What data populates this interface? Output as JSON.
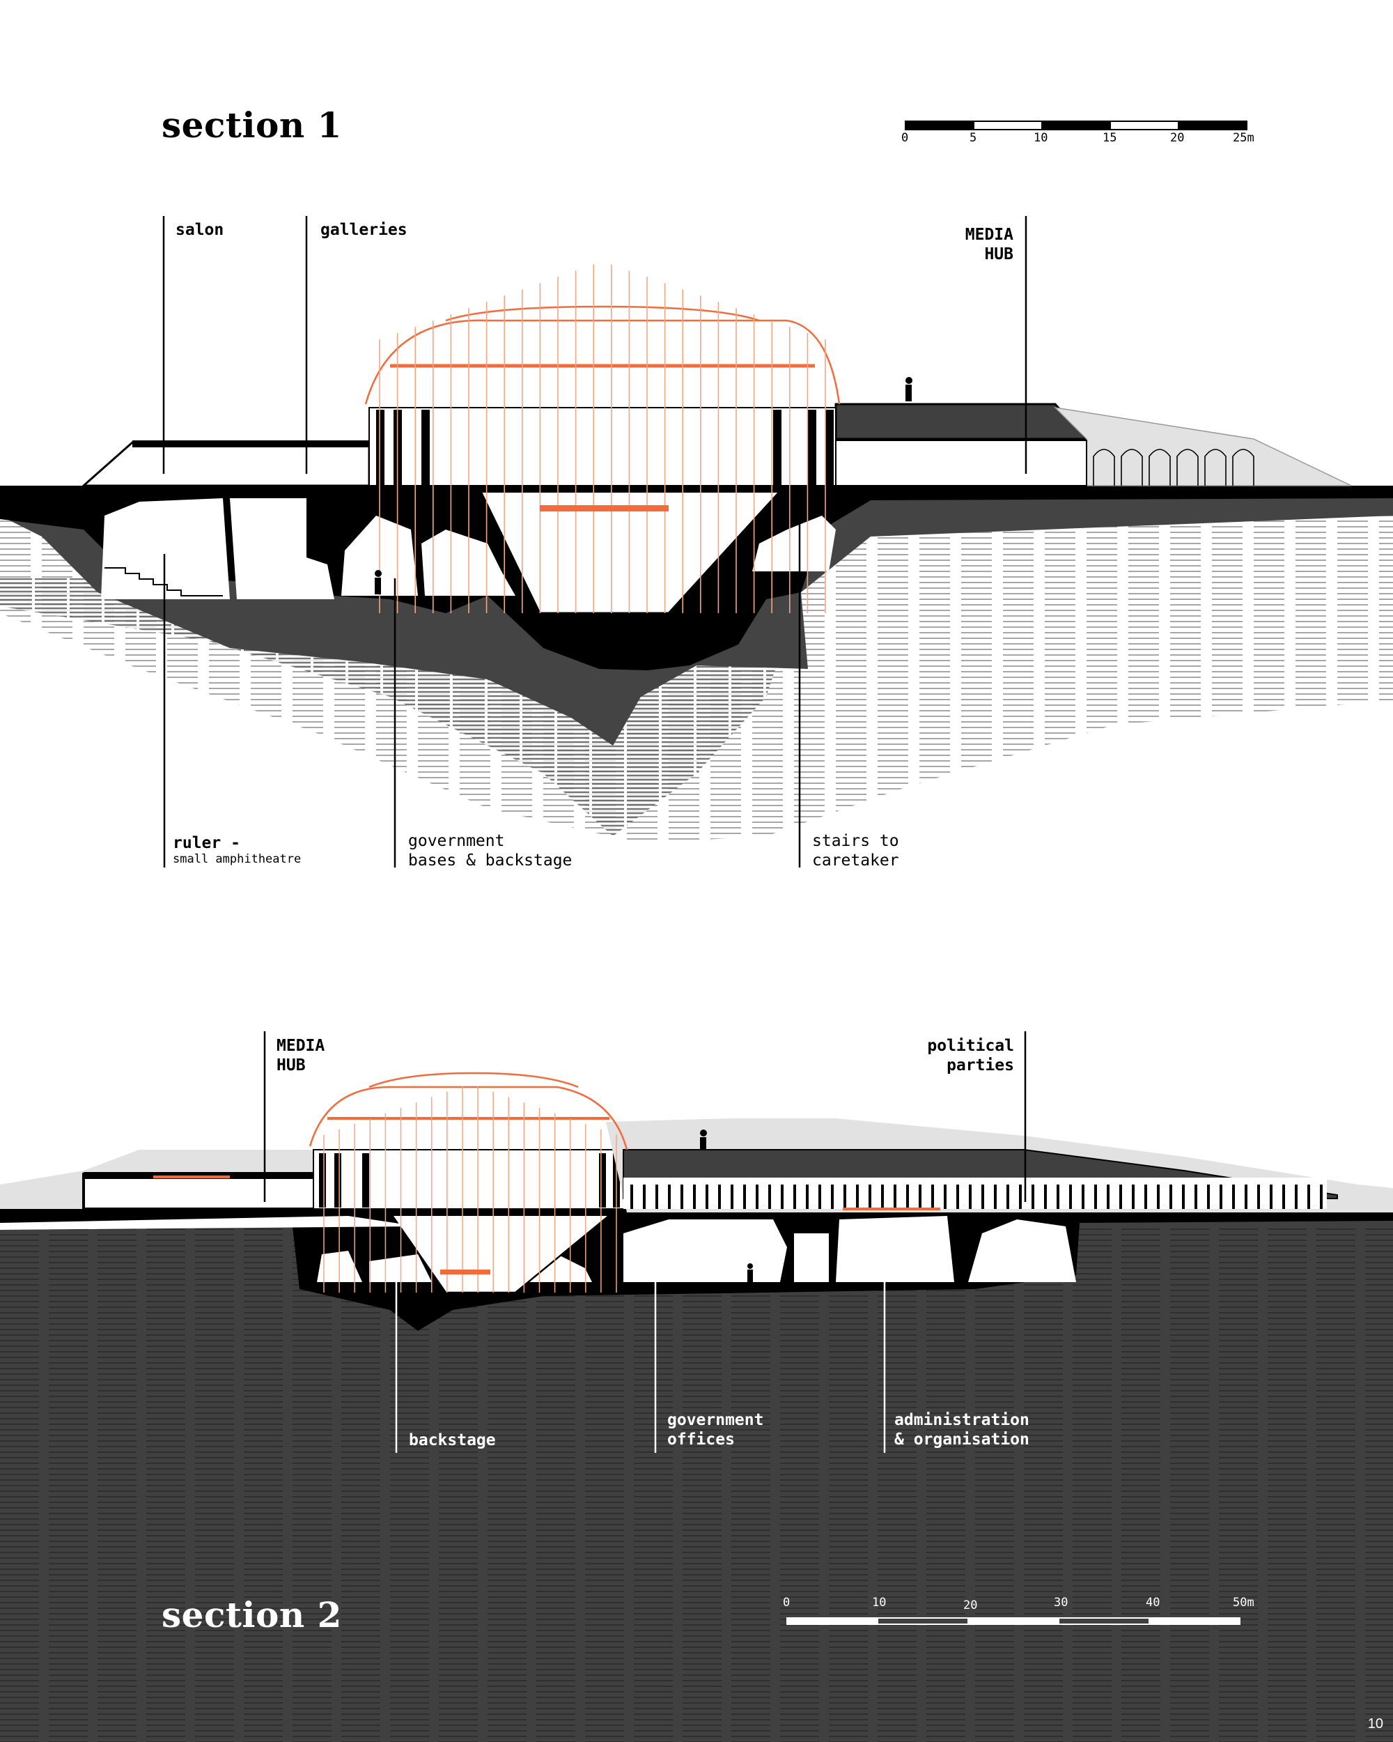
{
  "section1": {
    "title": "section 1",
    "scale": {
      "ticks": [
        "0",
        "5",
        "10",
        "15",
        "20",
        "25m"
      ]
    },
    "labels": {
      "salon": "salon",
      "galleries": "galleries",
      "media_hub_1": "MEDIA",
      "media_hub_2": "HUB",
      "ruler": "ruler -",
      "ruler_sub": "small amphitheatre",
      "government_1": "government",
      "government_2": "bases & backstage",
      "stairs_1": "stairs to",
      "stairs_2": "caretaker"
    }
  },
  "section2": {
    "title": "section 2",
    "scale": {
      "ticks": [
        "0",
        "10",
        "20",
        "30",
        "40",
        "50m"
      ]
    },
    "labels": {
      "media_hub_1": "MEDIA",
      "media_hub_2": "HUB",
      "political_1": "political",
      "political_2": "parties",
      "backstage": "backstage",
      "gov_offices_1": "government",
      "gov_offices_2": "offices",
      "admin_1": "administration",
      "admin_2": "& organisation"
    }
  },
  "page_number": "10",
  "colors": {
    "accent": "#f26b3a",
    "dark": "#404040",
    "black": "#000000",
    "grey": "#d9d9d9"
  }
}
